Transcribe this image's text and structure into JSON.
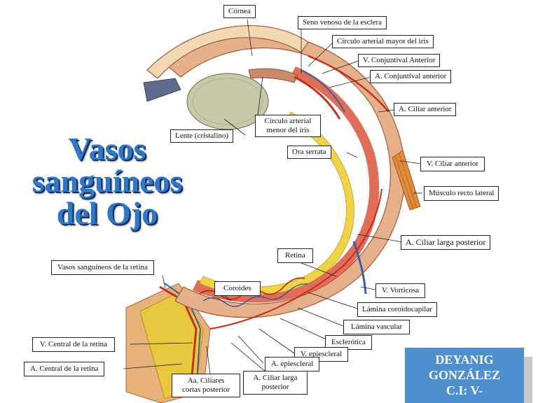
{
  "title": {
    "line1": "Vasos",
    "line2": "sanguíneos",
    "line3": "del Ojo"
  },
  "author": {
    "line1": "DEYANIG",
    "line2": "GONZÁLEZ",
    "line3": "C.I: V-"
  },
  "labels": {
    "cornea": "Córnea",
    "seno_venoso": "Seno venoso de la esclera",
    "circulo_mayor": "Círculo arterial mayor del iris",
    "v_conjuntival": "V. Conjuntival Anterior",
    "a_conjuntival": "A. Conjuntival anterior",
    "a_ciliar_anterior": "A. Ciliar anterior",
    "circulo_menor_1": "Círculo arterial",
    "circulo_menor_2": "menor del iris",
    "lente": "Lente (cristalino)",
    "ora_serrata": "Ora serrata",
    "v_ciliar_anterior": "V. Ciliar anterior",
    "musculo_recto": "Músculo recto lateral",
    "a_ciliar_larga_posterior": "A. Ciliar larga posterior",
    "retina": "Retina",
    "vasos_retina": "Vasos sanguíneos de la retina",
    "coroides": "Coroides",
    "v_vorticosa": "V. Vorticosa",
    "lamina_coroidocapilar": "Lámina coroidocapilar",
    "lamina_vascular": "Lámina vascular",
    "esclerotica": "Esclerótica",
    "v_central": "V. Central de la retina",
    "v_epiescleral": "V. epiescleral",
    "a_epiescleral": "A. epiescleral",
    "a_central": "A. Central de la retina",
    "aa_ciliares_1": "Aa. Ciliares",
    "aa_ciliares_2": "cortas posterior",
    "a_ciliar_larga_1": "A. Ciliar larga",
    "a_ciliar_larga_2": "posterior"
  }
}
